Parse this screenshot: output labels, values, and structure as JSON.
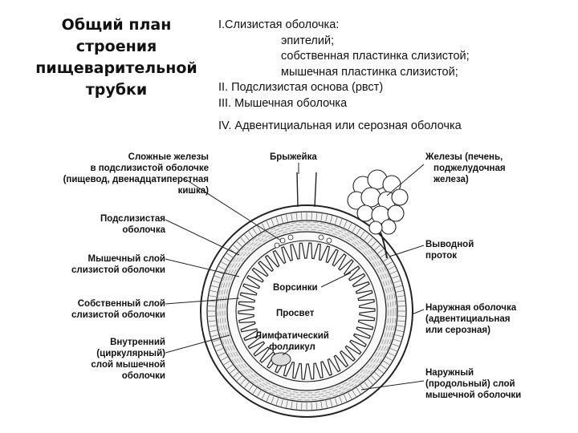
{
  "title": [
    "Общий план",
    "строения",
    "пищеварительной",
    "трубки"
  ],
  "legend": {
    "l1": "I.Слизистая оболочка:",
    "l1a": "эпителий;",
    "l1b": "собственная пластинка слизистой;",
    "l1c": "мышечная пластинка слизистой;",
    "l2": "II. Подслизистая основа (рвст)",
    "l3": "III. Мышечная оболочка",
    "l4": "IV. Адвентициальная или серозная оболочка"
  },
  "labels": {
    "glands_sub": [
      "Сложные железы",
      "в подслизистой оболочке",
      "(пищевод, двенадцатиперстная",
      "кишка)"
    ],
    "submucosa": [
      "Подслизистая",
      "оболочка"
    ],
    "muscularis_mucosae": [
      "Мышечный слой",
      "слизистой оболочки"
    ],
    "lamina_propria": [
      "Собственный слой",
      "слизистой оболочки"
    ],
    "inner_muscle": [
      "Внутренний",
      "(циркулярный)",
      "слой мышечной",
      "оболочки"
    ],
    "mesentery": "Брыжейка",
    "glands_ext": [
      "Железы (печень,",
      "поджелудочная",
      "железа)"
    ],
    "duct": [
      "Выводной",
      "проток"
    ],
    "villi": "Ворсинки",
    "lumen": "Просвет",
    "lymph": [
      "Лимфатический",
      "фолликул"
    ],
    "outer_coat": [
      "Наружная оболочка",
      "(адвентициальная",
      "или серозная)"
    ],
    "outer_muscle": [
      "Наружный",
      "(продольный) слой",
      "мышечной оболочки"
    ]
  },
  "colors": {
    "ink": "#111111",
    "layer_fill": "#eeeeee",
    "line": "#222222"
  }
}
